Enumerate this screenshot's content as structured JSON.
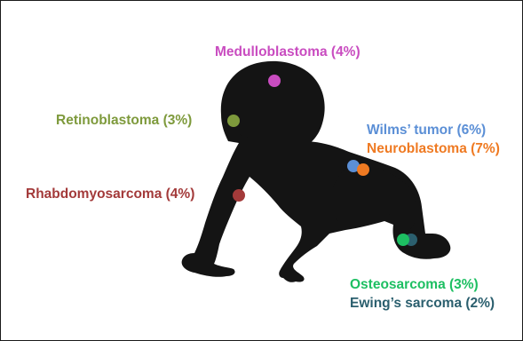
{
  "colors": {
    "silhouette": "#141414",
    "medulloblastoma": "#c94cc0",
    "retinoblastoma": "#7e9a3c",
    "wilms": "#5b8fd6",
    "neuroblastoma": "#ef7a22",
    "rhabdomyosarcoma": "#a33a3a",
    "osteosarcoma": "#1dbf62",
    "ewing": "#2b5f6e"
  },
  "labels": {
    "medulloblastoma": "Medulloblastoma (4%)",
    "retinoblastoma": "Retinoblastoma (3%)",
    "wilms": "Wilms’ tumor (6%)",
    "neuroblastoma": "Neuroblastoma (7%)",
    "rhabdomyosarcoma": "Rhabdomyosarcoma (4%)",
    "osteosarcoma": "Osteosarcoma (3%)",
    "ewing": "Ewing’s sarcoma (2%)"
  },
  "icons": {
    "silhouette": "crawling-baby-silhouette"
  }
}
